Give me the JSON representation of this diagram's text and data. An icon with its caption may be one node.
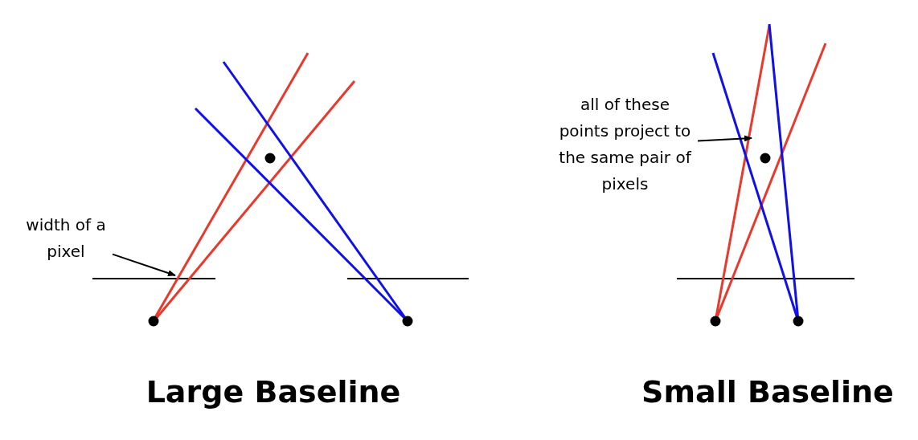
{
  "diagram": {
    "nodes": [
      {
        "text": [
          "width of a pixel"
        ]
      },
      {
        "text": [
          "all of these points project to the same pair of pixels"
        ]
      }
    ],
    "edges": [
      {
        "from": 0,
        "to": null,
        "arrow": "to"
      },
      {
        "from": 1,
        "to": null,
        "arrow": "to"
      }
    ],
    "labels": [
      "Large Baseline",
      "Small Baseline"
    ]
  }
}
